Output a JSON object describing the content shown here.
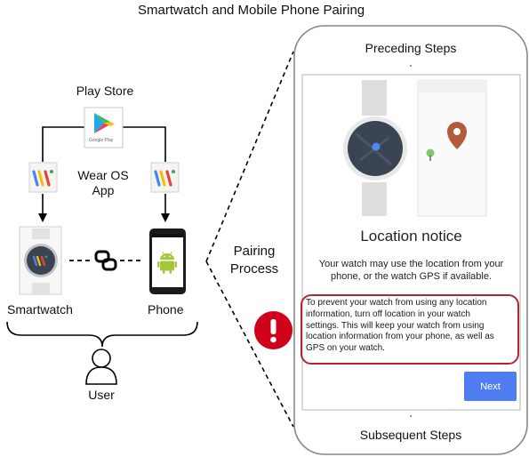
{
  "title": "Smartwatch and Mobile Phone Pairing",
  "left": {
    "play_store_label": "Play Store",
    "google_play_caption": "Google Play",
    "wear_os_label_line1": "Wear OS",
    "wear_os_label_line2": "App",
    "smartwatch_label": "Smartwatch",
    "phone_label": "Phone",
    "user_label": "User"
  },
  "middle": {
    "pairing_line1": "Pairing",
    "pairing_line2": "Process"
  },
  "phone_screen": {
    "preceding_steps": "Preceding Steps",
    "subsequent_steps": "Subsequent Steps",
    "location_notice_title": "Location notice",
    "notice_line1": "Your watch may use the location from your",
    "notice_line2": "phone, or the watch GPS if available.",
    "warning_lines": [
      "To prevent your watch from using any location",
      "information, turn off location in your watch",
      "settings. This will keep your watch from using",
      "location information from your phone, as well as",
      "GPS on your watch."
    ],
    "next_button": "Next"
  },
  "colors": {
    "warning_red": "#d0021b",
    "highlight_border": "#b0282e",
    "next_button_blue": "#4f7cf0",
    "watch_face": "#3a4453",
    "android_green": "#a4c639"
  },
  "icons": [
    "google-play-icon",
    "wear-os-icon",
    "link-icon",
    "android-icon",
    "user-icon",
    "exclamation-icon",
    "map-pin-icon"
  ]
}
